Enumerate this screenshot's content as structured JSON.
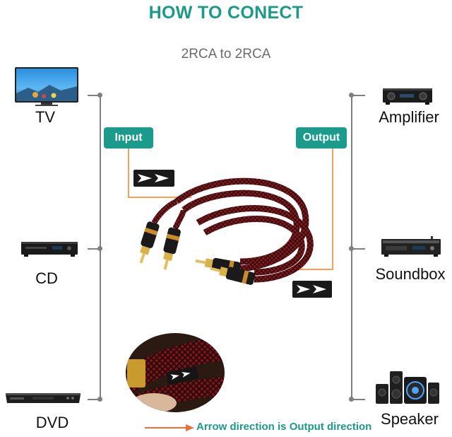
{
  "header": {
    "title": "HOW TO CONECT",
    "subtitle": "2RCA to 2RCA"
  },
  "devices": {
    "left": [
      {
        "label": "TV",
        "icon": "tv-icon"
      },
      {
        "label": "CD",
        "icon": "cd-player-icon"
      },
      {
        "label": "DVD",
        "icon": "dvd-player-icon"
      }
    ],
    "right": [
      {
        "label": "Amplifier",
        "icon": "amplifier-icon"
      },
      {
        "label": "Soundbox",
        "icon": "soundbox-icon"
      },
      {
        "label": "Speaker",
        "icon": "speaker-icon"
      }
    ]
  },
  "tags": {
    "input": "Input",
    "output": "Output"
  },
  "caption": "Arrow direction is Output direction",
  "colors": {
    "accent": "#1a9b8c",
    "orange": "#f0a25c",
    "cable_red": "#8b1a1f",
    "line_gray": "#7f7f7f"
  }
}
